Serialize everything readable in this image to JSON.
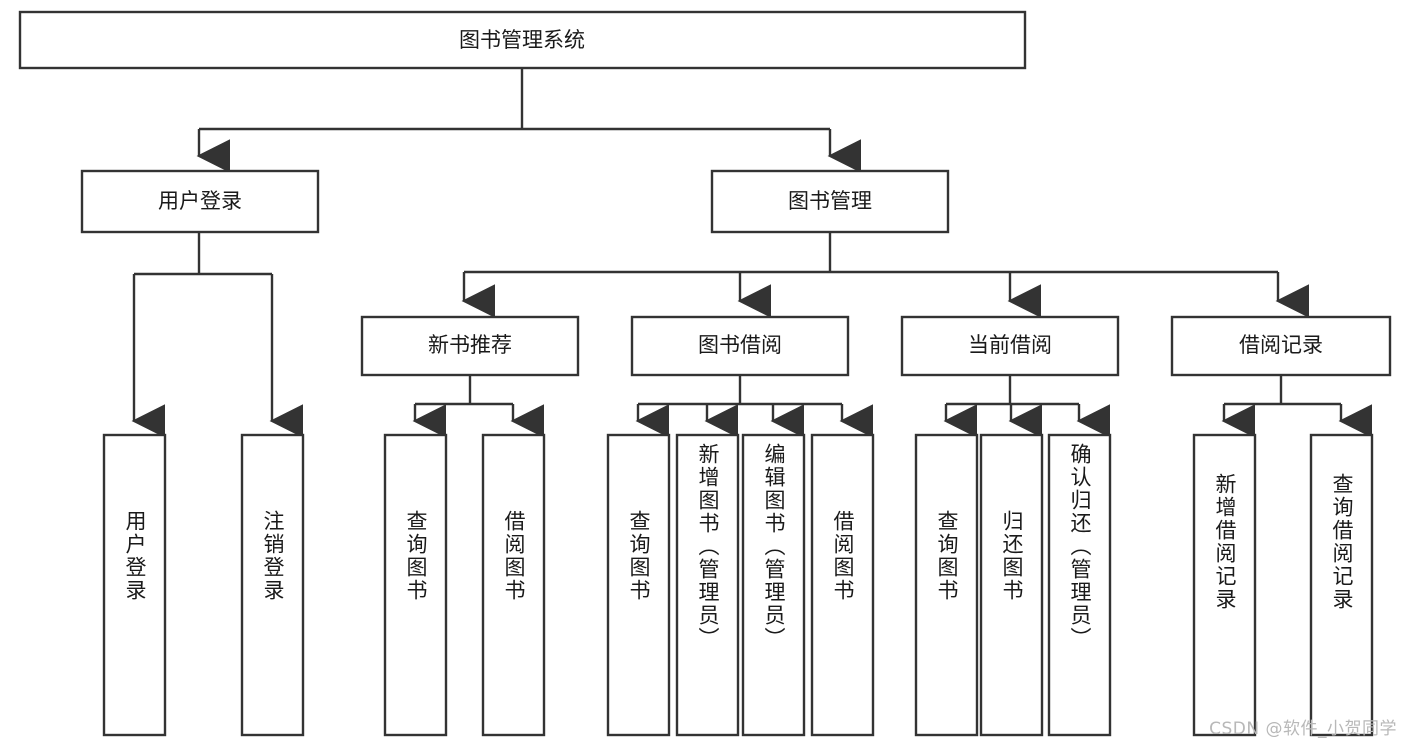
{
  "diagram": {
    "type": "tree-hierarchy",
    "title": "图书管理系统",
    "watermark": "CSDN @软件_小贺同学",
    "colors": {
      "stroke": "#333333",
      "fill": "#ffffff",
      "text": "#1a1a1a",
      "watermark": "#b8b8b8",
      "background": "#ffffff"
    },
    "levels": {
      "level1": [
        {
          "id": "root",
          "label": "图书管理系统",
          "orientation": "horizontal"
        }
      ],
      "level2": [
        {
          "id": "user-login",
          "label": "用户登录",
          "orientation": "horizontal",
          "parent": "root"
        },
        {
          "id": "book-manage",
          "label": "图书管理",
          "orientation": "horizontal",
          "parent": "root"
        }
      ],
      "level3": [
        {
          "id": "new-book-recommend",
          "label": "新书推荐",
          "orientation": "horizontal",
          "parent": "book-manage"
        },
        {
          "id": "book-borrow",
          "label": "图书借阅",
          "orientation": "horizontal",
          "parent": "book-manage"
        },
        {
          "id": "current-borrow",
          "label": "当前借阅",
          "orientation": "horizontal",
          "parent": "book-manage"
        },
        {
          "id": "borrow-record",
          "label": "借阅记录",
          "orientation": "horizontal",
          "parent": "book-manage"
        }
      ],
      "level4": [
        {
          "id": "leaf-user-login",
          "label": "用户登录",
          "orientation": "vertical",
          "parent": "user-login"
        },
        {
          "id": "leaf-logout-login",
          "label": "注销登录",
          "orientation": "vertical",
          "parent": "user-login"
        },
        {
          "id": "leaf-query-book-1",
          "label": "查询图书",
          "orientation": "vertical",
          "parent": "new-book-recommend"
        },
        {
          "id": "leaf-borrow-book-1",
          "label": "借阅图书",
          "orientation": "vertical",
          "parent": "new-book-recommend"
        },
        {
          "id": "leaf-query-book-2",
          "label": "查询图书",
          "orientation": "vertical",
          "parent": "book-borrow"
        },
        {
          "id": "leaf-add-book",
          "label": "新增图书（管理员）",
          "orientation": "vertical",
          "parent": "book-borrow"
        },
        {
          "id": "leaf-edit-book",
          "label": "编辑图书（管理员）",
          "orientation": "vertical",
          "parent": "book-borrow"
        },
        {
          "id": "leaf-borrow-book-2",
          "label": "借阅图书",
          "orientation": "vertical",
          "parent": "book-borrow"
        },
        {
          "id": "leaf-query-book-3",
          "label": "查询图书",
          "orientation": "vertical",
          "parent": "current-borrow"
        },
        {
          "id": "leaf-return-book",
          "label": "归还图书",
          "orientation": "vertical",
          "parent": "current-borrow"
        },
        {
          "id": "leaf-confirm-return",
          "label": "确认归还（管理员）",
          "orientation": "vertical",
          "parent": "current-borrow"
        },
        {
          "id": "leaf-add-record",
          "label": "新增借阅记录",
          "orientation": "vertical",
          "parent": "borrow-record"
        },
        {
          "id": "leaf-query-record",
          "label": "查询借阅记录",
          "orientation": "vertical",
          "parent": "borrow-record"
        }
      ]
    }
  }
}
